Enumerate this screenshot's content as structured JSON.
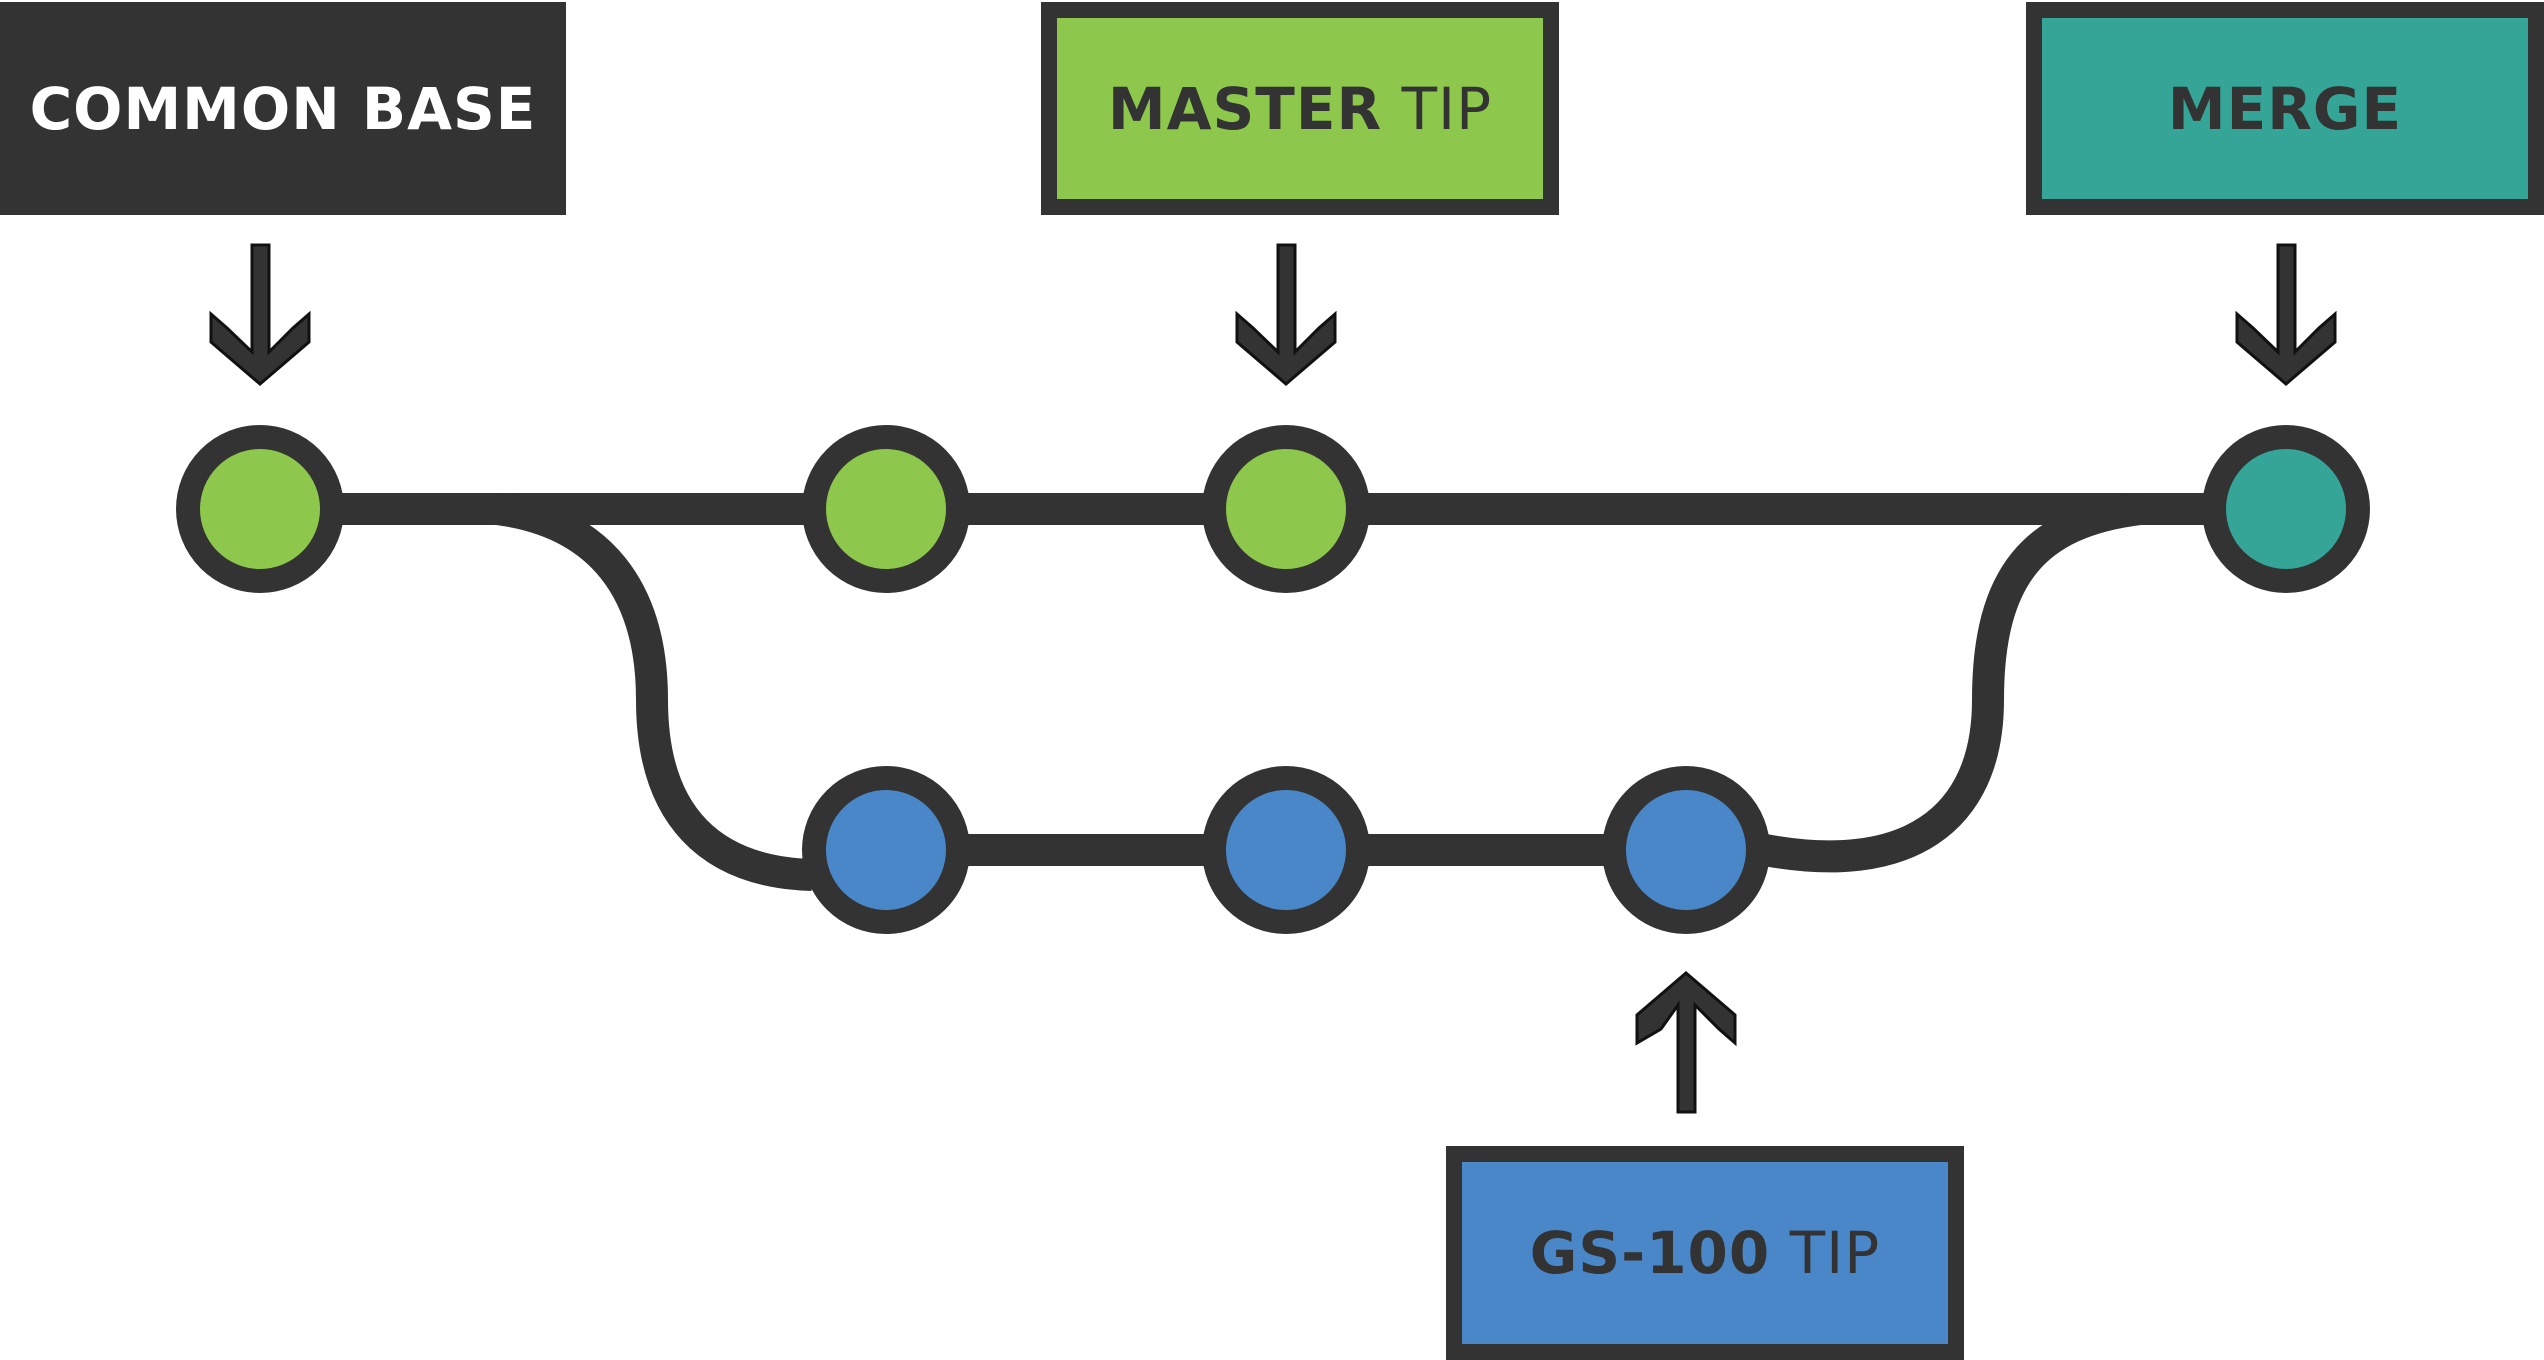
{
  "colors": {
    "dark": "#333333",
    "green": "#8dc84d",
    "blue": "#4a87c8",
    "teal": "#34a597",
    "white": "#ffffff"
  },
  "labels": {
    "common_base": {
      "bold": "COMMON BASE",
      "thin": ""
    },
    "master_tip": {
      "bold": "MASTER",
      "thin": " TIP"
    },
    "merge": {
      "bold": "MERGE",
      "thin": ""
    },
    "gs100_tip": {
      "bold": "GS-100",
      "thin": " TIP"
    }
  },
  "branches": {
    "master": {
      "color": "green",
      "commits": 3
    },
    "gs100": {
      "color": "blue",
      "commits": 3
    },
    "merge": {
      "color": "teal",
      "commits": 1
    }
  },
  "icons": {
    "common_base_pointer": "arrow-down-icon",
    "master_tip_pointer": "arrow-down-icon",
    "merge_pointer": "arrow-down-icon",
    "gs100_tip_pointer": "arrow-up-icon"
  }
}
